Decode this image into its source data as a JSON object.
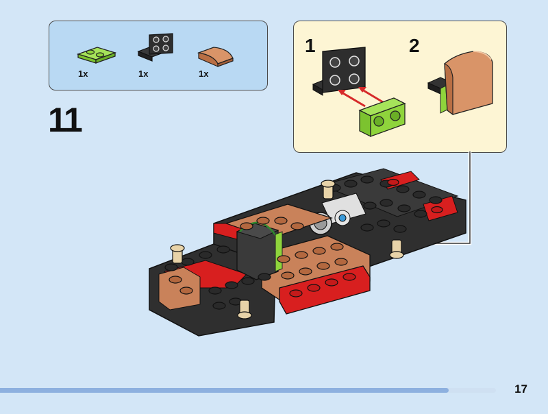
{
  "parts_list": {
    "items": [
      {
        "name": "lime 1x2 plate",
        "qty": "1x",
        "color": "#8fd43c"
      },
      {
        "name": "black bracket 2x2",
        "qty": "1x",
        "color": "#2b2b2b"
      },
      {
        "name": "nougat curved slope",
        "qty": "1x",
        "color": "#c9825a"
      }
    ]
  },
  "step": {
    "number": "11"
  },
  "callout": {
    "substeps": [
      "1",
      "2"
    ]
  },
  "page": {
    "number": "17"
  },
  "progress": {
    "fraction": 0.905
  },
  "colors": {
    "background": "#d3e6f7",
    "parts_box": "#b9d9f3",
    "callout_box": "#fdf5d4",
    "arrow_red": "#d62a2a",
    "brick_black": "#2b2b2b",
    "brick_red": "#d81f1f",
    "brick_nougat": "#c9825a",
    "brick_lime": "#8fd43c",
    "brick_tan": "#e8d3a8",
    "progress": "#8db0df"
  }
}
